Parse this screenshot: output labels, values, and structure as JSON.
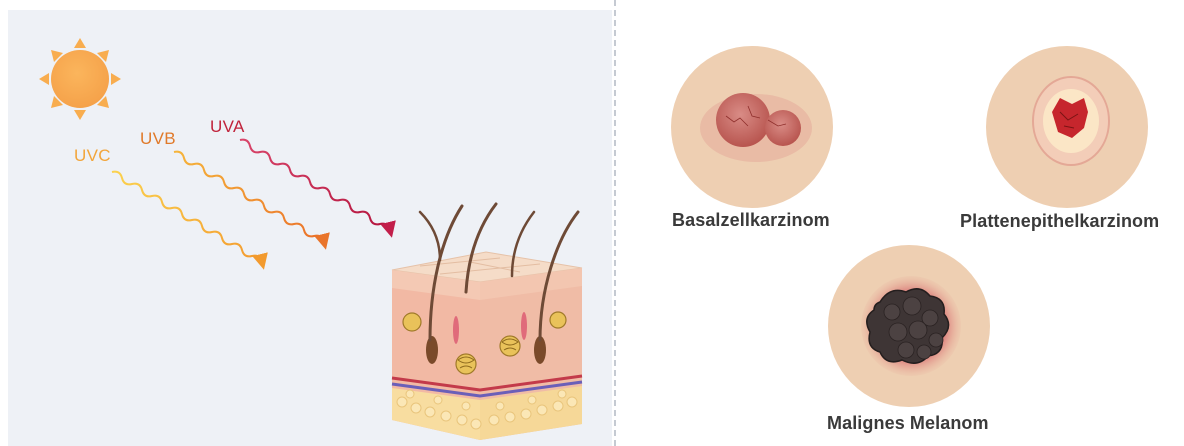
{
  "uv_rays": {
    "uvc": "UVC",
    "uvb": "UVB",
    "uva": "UVA"
  },
  "lesions": {
    "basal": "Basalzellkarzinom",
    "platten": "Plattenepithelkarzinom",
    "melanom": "Malignes Melanom"
  },
  "colors": {
    "uvc": "#f6b93b",
    "uvb": "#f08a2c",
    "uva": "#c21e4a",
    "skin_disc": "#eecfb2",
    "panel": "#eef1f6"
  }
}
